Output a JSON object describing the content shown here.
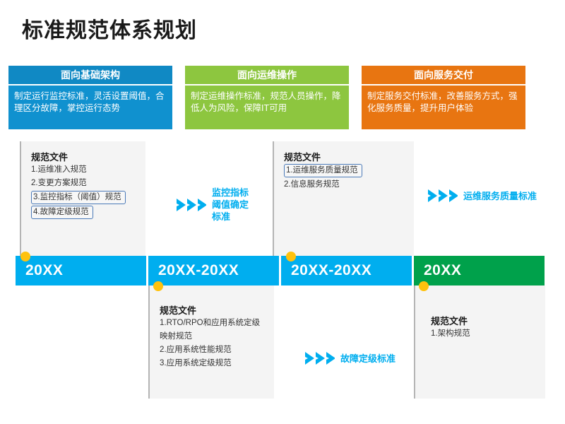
{
  "title": "标准规范体系规划",
  "categories": [
    {
      "id": "cat-infrastructure",
      "heading": "面向基础架构",
      "description": "制定运行监控标准，灵活设置阈值，合理区分故障，掌控运行态势",
      "color": "#1091cf"
    },
    {
      "id": "cat-operations",
      "heading": "面向运维操作",
      "description": "制定运维操作标准，规范人员操作，降低人为风险，保障IT可用",
      "color": "#8dc63f"
    },
    {
      "id": "cat-service-delivery",
      "heading": "面向服务交付",
      "description": "制定服务交付标准，改善服务方式，强化服务质量，提升用户体验",
      "color": "#e87511"
    }
  ],
  "timeline": [
    {
      "id": "phase-1",
      "label": "20XX",
      "color": "#00AEEF"
    },
    {
      "id": "phase-2",
      "label": "20XX-20XX",
      "color": "#00AEEF"
    },
    {
      "id": "phase-3",
      "label": "20XX-20XX",
      "color": "#00AEEF"
    },
    {
      "id": "phase-4",
      "label": "20XX",
      "color": "#00A14B"
    }
  ],
  "panels": [
    {
      "id": "panel-phase-1",
      "title": "规范文件",
      "items": [
        {
          "text": "1.运维准入规范",
          "highlighted": false
        },
        {
          "text": "2.变更方案规范",
          "highlighted": false
        },
        {
          "text": "3.监控指标（阈值）规范",
          "highlighted": true
        },
        {
          "text": "4.故障定级规范",
          "highlighted": true
        }
      ]
    },
    {
      "id": "panel-phase-2",
      "title": "规范文件",
      "items": [
        {
          "text": "1.RTO/RPO和应用系统定级",
          "highlighted": false
        },
        {
          "text": "映射规范",
          "highlighted": false
        },
        {
          "text": "2.应用系统性能规范",
          "highlighted": false
        },
        {
          "text": "3.应用系统定级规范",
          "highlighted": false
        }
      ]
    },
    {
      "id": "panel-phase-3",
      "title": "规范文件",
      "items": [
        {
          "text": "1.运维服务质量规范",
          "highlighted": true
        },
        {
          "text": "2.信息服务规范",
          "highlighted": false
        }
      ]
    },
    {
      "id": "panel-phase-4",
      "title": "规范文件",
      "items": [
        {
          "text": "1.架构规范",
          "highlighted": false
        }
      ]
    }
  ],
  "callouts": [
    {
      "id": "callout-monitoring",
      "icon": "double-chevron-right-icon",
      "text": "监控指标阈值确定标准",
      "color": "#00AEEF"
    },
    {
      "id": "callout-service-quality",
      "icon": "double-chevron-right-icon",
      "text": "运维服务质量标准",
      "color": "#00AEEF"
    },
    {
      "id": "callout-fault-grading",
      "icon": "double-chevron-right-icon",
      "text": "故障定级标准",
      "color": "#00AEEF"
    }
  ],
  "markers": {
    "color": "#FFC20E",
    "count": 4
  }
}
